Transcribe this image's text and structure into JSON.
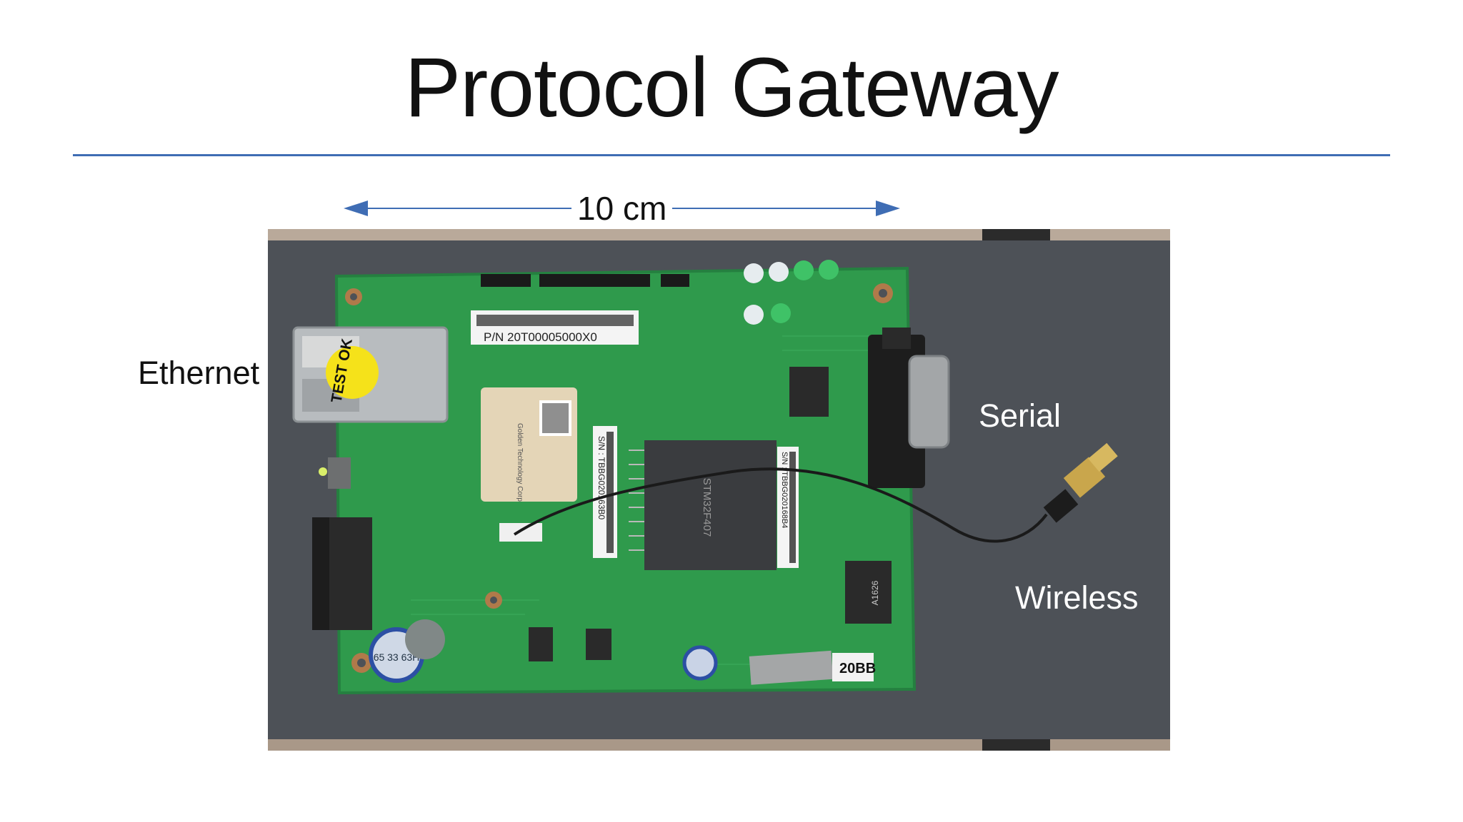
{
  "slide": {
    "title": "Protocol Gateway",
    "dimension_label": "10 cm",
    "labels": {
      "ethernet": "Ethernet",
      "serial": "Serial",
      "wireless": "Wireless"
    },
    "board_text": {
      "part_number": "P/N  20T00005000X0",
      "test_sticker": "TEST OK",
      "serial_left": "S/N : TBBG020163B0",
      "serial_right": "S/N : TBBG020168B4",
      "module_vendor": "Golden Technology Corp",
      "chip_mark": "STM32F407",
      "transformer_mark": "A1626",
      "tape_mark": "20BB",
      "cap_mark": "65 33 63H"
    },
    "colors": {
      "rule": "#3f6db4",
      "pcb": "#2f9a4c",
      "chassis": "#4d5157"
    }
  }
}
